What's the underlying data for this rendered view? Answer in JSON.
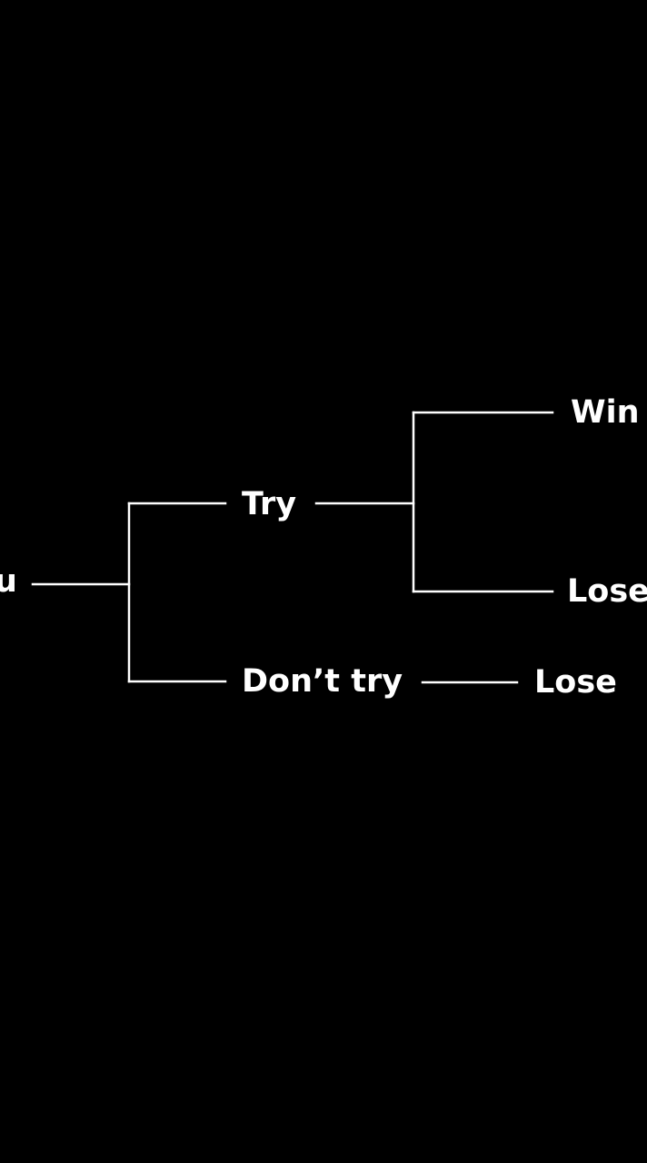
{
  "diagram": {
    "nodes": {
      "root": "u",
      "try": "Try",
      "dont_try": "Don’t try",
      "try_win": "Win",
      "try_lose": "Lose",
      "dont_try_lose": "Lose"
    },
    "colors": {
      "background": "#000000",
      "foreground": "#ffffff"
    }
  }
}
